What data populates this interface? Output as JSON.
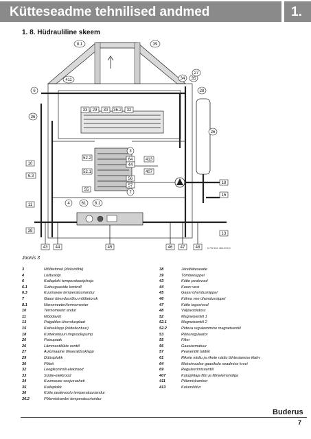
{
  "header": {
    "title": "Kütteseadme tehnilised andmed",
    "chapter": "1."
  },
  "section": {
    "title": "1. 8.    Hüdrauliline skeem"
  },
  "figure": {
    "callouts": {
      "c8_1_top": "8.1",
      "c39": "39",
      "c411": "411",
      "c34": "34",
      "c35": "35",
      "c27": "27",
      "c28": "28",
      "c6": "6",
      "c36": "36",
      "c33": "33",
      "c29": "29",
      "c30": "30",
      "c36_2": "36.2",
      "c32": "32",
      "c26": "26",
      "c3": "3",
      "c52_2": "52.2",
      "c64": "64",
      "c44": "44",
      "c413": "413",
      "c52_1": "52.1",
      "c407": "407",
      "c10": "10",
      "c6_3": "6.3",
      "c55": "55",
      "c56": "56",
      "c57": "57",
      "c7": "7",
      "c11": "11",
      "c4": "4",
      "c61": "61",
      "c8_1_bottom": "8.1",
      "c18": "18",
      "c15": "15",
      "c13": "13",
      "c38": "38",
      "c43": "43",
      "c44_b": "44",
      "c45": "45",
      "c46": "46",
      "c47": "47",
      "c48": "48"
    },
    "ref_code": "6 720 611 466-03.1O",
    "caption": "Joonis 3"
  },
  "legend_left": [
    {
      "num": "3",
      "text": "Mõõtetoruk (düüsirõhk)"
    },
    {
      "num": "4",
      "text": "Lülituskilp"
    },
    {
      "num": "6",
      "text": "Katlaploki temperatuuripiiraja"
    },
    {
      "num": "6.1",
      "text": "Suitsugaaside kontroll"
    },
    {
      "num": "6.3",
      "text": "Kuumavee temperatuurіandur"
    },
    {
      "num": "7",
      "text": "Gaasi ühendusrõhu mõõtetoruk"
    },
    {
      "num": "8.1",
      "text": "Manomeeter/termomeeter"
    },
    {
      "num": "10",
      "text": "Termomeetri andur"
    },
    {
      "num": "11",
      "text": "Möödaviik"
    },
    {
      "num": "13",
      "text": "Paigaldus-ühendusplaat"
    },
    {
      "num": "15",
      "text": "Kaitseklapp (küttekontuur)"
    },
    {
      "num": "18",
      "text": "Küttekontuuri ringvoolupump"
    },
    {
      "num": "20",
      "text": "Paisupaak"
    },
    {
      "num": "26",
      "text": "Lämmastikläte ventiil"
    },
    {
      "num": "27",
      "text": "Automaatne õhueraldusklapp"
    },
    {
      "num": "29",
      "text": "Düüsiplokk"
    },
    {
      "num": "30",
      "text": "Põleti"
    },
    {
      "num": "32",
      "text": "Leegikontrolli elektrood"
    },
    {
      "num": "33",
      "text": "Süüte-elektrood"
    },
    {
      "num": "34",
      "text": "Kuumavee soojusvaheti"
    },
    {
      "num": "35",
      "text": "Katlaplokk"
    },
    {
      "num": "36",
      "text": "Kütte pealevoolu temperatuuriandur"
    },
    {
      "num": "36.2",
      "text": "Põlemiskambri temperatuuriandur"
    }
  ],
  "legend_right": [
    {
      "num": "38",
      "text": "Järeltäiteseade"
    },
    {
      "num": "39",
      "text": "Tõmbekuppel"
    },
    {
      "num": "43",
      "text": "Kütte pealevool"
    },
    {
      "num": "44",
      "text": "Kuum vesi"
    },
    {
      "num": "45",
      "text": "Gaasi ühendusnippel"
    },
    {
      "num": "46",
      "text": "Külma vee ühendusnippel"
    },
    {
      "num": "47",
      "text": "Kütte tagasivool"
    },
    {
      "num": "48",
      "text": "Väljavoolutoru"
    },
    {
      "num": "52",
      "text": "Magnetventiil 1"
    },
    {
      "num": "52.1",
      "text": "Magnetventiil 2"
    },
    {
      "num": "52.2",
      "text": "Pideva reguleerimise magnetventiil"
    },
    {
      "num": "53",
      "text": "Rõhuregulaator"
    },
    {
      "num": "55",
      "text": "Filter"
    },
    {
      "num": "56",
      "text": "Gaasiarmatuur"
    },
    {
      "num": "57",
      "text": "Peaventiili taldrik"
    },
    {
      "num": "61",
      "text": "Rikete nädiu ja rikete nädiu lähtestamise klahv"
    },
    {
      "num": "64",
      "text": "Maksimaalse gaasikulu seadmise kruvi"
    },
    {
      "num": "69",
      "text": "Reguleerimisventiil"
    },
    {
      "num": "407",
      "text": "Kuluplirtaja filtri ja filtrielemendiga"
    },
    {
      "num": "411",
      "text": "Põlemiskamber"
    },
    {
      "num": "413",
      "text": "Kulumõõtur"
    }
  ],
  "footer": {
    "brand": "Buderus",
    "page": "7"
  }
}
